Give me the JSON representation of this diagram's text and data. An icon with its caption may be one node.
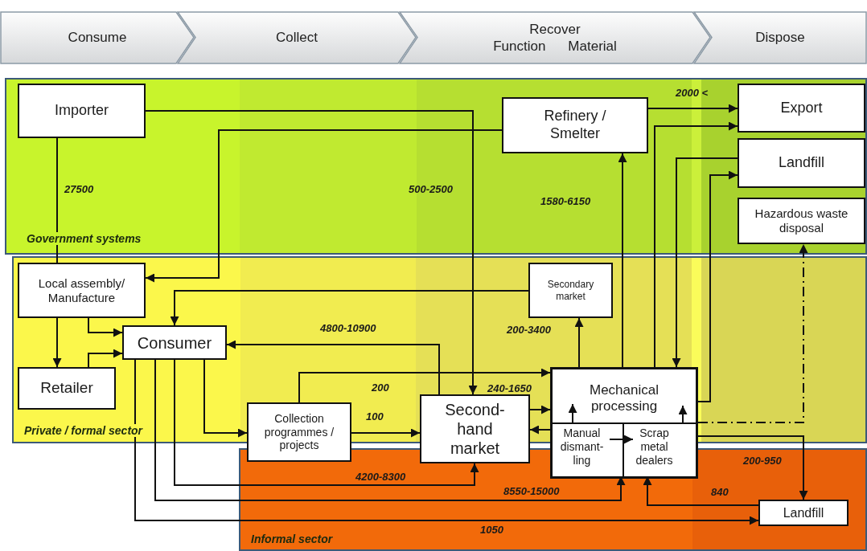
{
  "diagram": {
    "nodes": [
      {
        "text": [
          "Consume"
        ]
      },
      {
        "text": [
          "Collect"
        ]
      },
      {
        "text": [
          "Recover",
          "Function",
          "Material"
        ]
      },
      {
        "text": [
          "Dispose"
        ]
      },
      {
        "text": [
          "Government systems"
        ]
      },
      {
        "text": [
          "Private / formal sector"
        ]
      },
      {
        "text": [
          "Informal sector"
        ]
      },
      {
        "text": [
          "Importer"
        ],
        "in": 4
      },
      {
        "text": [
          "Refinery / Smelter"
        ],
        "in": 4
      },
      {
        "text": [
          "Export"
        ],
        "in": 4
      },
      {
        "text": [
          "Landfill"
        ],
        "in": 4
      },
      {
        "text": [
          "Hazardous waste disposal"
        ],
        "in": 4
      },
      {
        "text": [
          "Local assembly/ Manufacture"
        ],
        "in": 5
      },
      {
        "text": [
          "Secondary market"
        ],
        "in": 5
      },
      {
        "text": [
          "Consumer"
        ],
        "in": 5
      },
      {
        "text": [
          "Retailer"
        ],
        "in": 5
      },
      {
        "text": [
          "Collection programmes / projects"
        ]
      },
      {
        "text": [
          "Second- hand market"
        ]
      },
      {
        "text": [
          "Mechanical processing"
        ]
      },
      {
        "text": [
          "Manual dismant- ling"
        ],
        "in": 18
      },
      {
        "text": [
          "Scrap metal dealers"
        ],
        "in": 18
      },
      {
        "text": [
          "Landfill"
        ],
        "in": 6
      }
    ],
    "edges": [
      {
        "from": 7,
        "to": 12,
        "arrow": "none",
        "label": "27500"
      },
      {
        "from": 7,
        "to": 17,
        "arrow": "to",
        "label": "500-2500"
      },
      {
        "from": 8,
        "to": 12,
        "arrow": "to"
      },
      {
        "from": 8,
        "to": 9,
        "arrow": "to",
        "label": "2000 <"
      },
      {
        "from": 18,
        "to": 8,
        "arrow": "to",
        "label": "1580-6150"
      },
      {
        "from": 18,
        "to": 9,
        "arrow": "to"
      },
      {
        "from": 10,
        "to": 18,
        "arrow": "to"
      },
      {
        "from": 18,
        "to": 10,
        "arrow": "to"
      },
      {
        "from": 18,
        "to": 11,
        "arrow": "to",
        "style": "dashed"
      },
      {
        "from": 13,
        "to": 14,
        "arrow": "to"
      },
      {
        "from": 18,
        "to": 13,
        "arrow": "to",
        "label": "200-3400"
      },
      {
        "from": 12,
        "to": 14,
        "arrow": "to"
      },
      {
        "from": 12,
        "to": 15,
        "arrow": "to"
      },
      {
        "from": 15,
        "to": 14,
        "arrow": "to"
      },
      {
        "from": 17,
        "to": 14,
        "arrow": "to",
        "label": "4800-10900"
      },
      {
        "from": 16,
        "to": 18,
        "arrow": "to",
        "label": "200"
      },
      {
        "from": 14,
        "to": 16,
        "arrow": "to"
      },
      {
        "from": 16,
        "to": 17,
        "arrow": "to",
        "label": "100"
      },
      {
        "from": 17,
        "to": 18,
        "arrow": "to",
        "label": "240-1650"
      },
      {
        "from": 19,
        "to": 17,
        "arrow": "to"
      },
      {
        "from": 19,
        "to": 18,
        "arrow": "to"
      },
      {
        "from": 19,
        "to": 20,
        "arrow": "to"
      },
      {
        "from": 20,
        "to": 18,
        "arrow": "to"
      },
      {
        "from": 20,
        "to": 21,
        "arrow": "to",
        "label": "200-950"
      },
      {
        "from": 21,
        "to": 20,
        "arrow": "to",
        "label": "840"
      },
      {
        "from": 14,
        "to": 17,
        "arrow": "to",
        "label": "4200-8300"
      },
      {
        "from": 14,
        "to": 19,
        "arrow": "to",
        "label": "8550-15000"
      },
      {
        "from": 14,
        "to": 21,
        "arrow": "to",
        "label": "1050"
      }
    ]
  }
}
